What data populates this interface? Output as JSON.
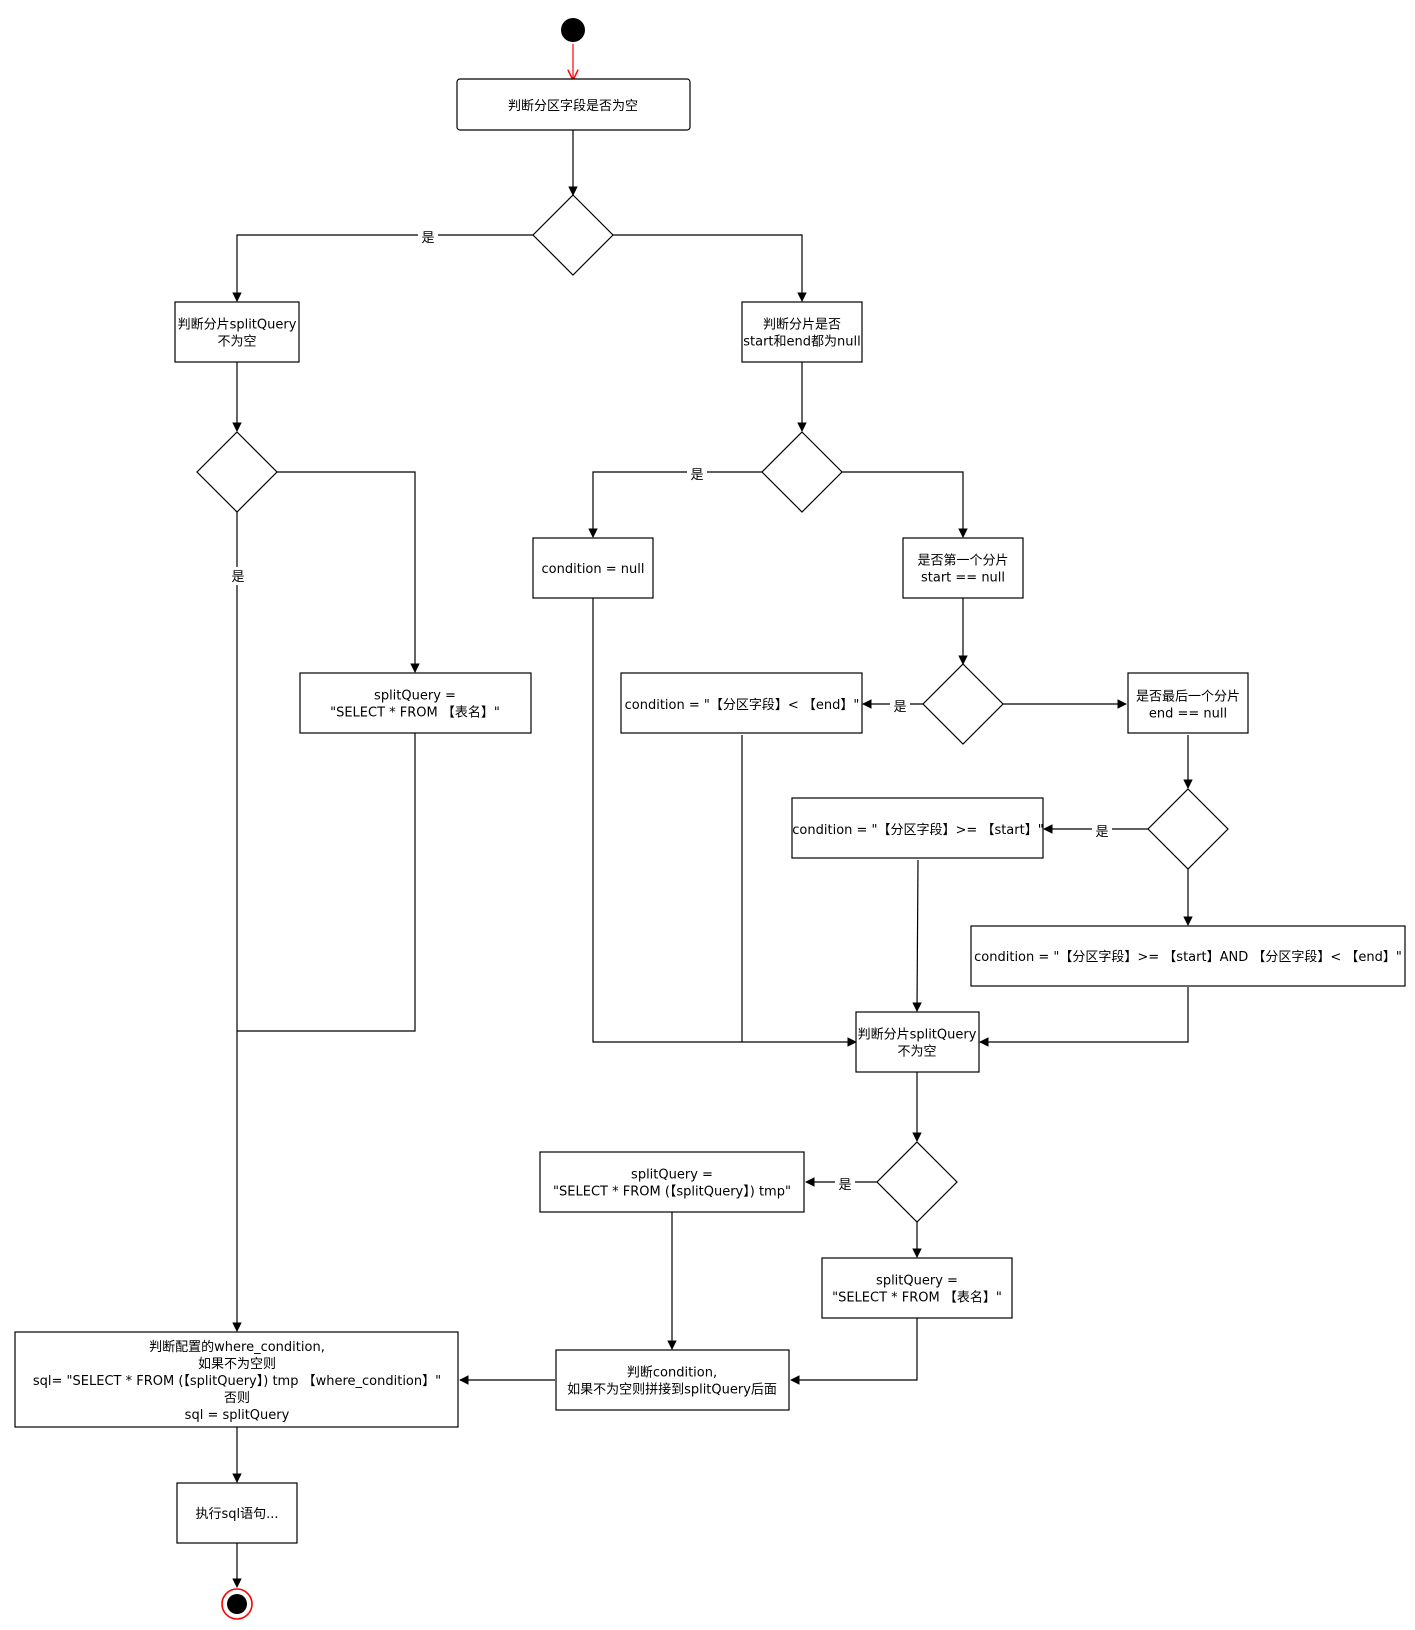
{
  "nodes": {
    "check_partition_field": {
      "lines": [
        "判断分区字段是否为空"
      ]
    },
    "check_split_query_left": {
      "lines": [
        "判断分片splitQuery",
        "不为空"
      ]
    },
    "split_query_table_left": {
      "lines": [
        "splitQuery =",
        "\"SELECT * FROM 【表名】\""
      ]
    },
    "check_start_end_null": {
      "lines": [
        "判断分片是否",
        "start和end都为null"
      ]
    },
    "condition_null": {
      "lines": [
        "condition = null"
      ]
    },
    "check_first_split": {
      "lines": [
        "是否第一个分片",
        "start == null"
      ]
    },
    "condition_lt_end": {
      "lines": [
        "condition = \"【分区字段】< 【end】\""
      ]
    },
    "check_last_split": {
      "lines": [
        "是否最后一个分片",
        "end == null"
      ]
    },
    "condition_ge_start": {
      "lines": [
        "condition = \"【分区字段】>= 【start】\""
      ]
    },
    "condition_between": {
      "lines": [
        "condition = \"【分区字段】>= 【start】AND 【分区字段】< 【end】\""
      ]
    },
    "check_split_query_right": {
      "lines": [
        "判断分片splitQuery",
        "不为空"
      ]
    },
    "split_query_wrap": {
      "lines": [
        "splitQuery =",
        "\"SELECT * FROM (【splitQuery】) tmp\""
      ]
    },
    "split_query_table_right": {
      "lines": [
        "splitQuery =",
        "\"SELECT * FROM 【表名】\""
      ]
    },
    "append_condition": {
      "lines": [
        "判断condition,",
        "如果不为空则拼接到splitQuery后面"
      ]
    },
    "where_condition": {
      "lines": [
        "判断配置的where_condition,",
        "如果不为空则",
        "sql= \"SELECT * FROM (【splitQuery】) tmp 【where_condition】\"",
        "否则",
        "sql = splitQuery"
      ]
    },
    "execute_sql": {
      "lines": [
        "执行sql语句..."
      ]
    }
  },
  "edge_labels": {
    "yes": "是"
  },
  "colors": {
    "stroke": "#000000",
    "start_fill": "#000000",
    "start_arrow": "#ff0000",
    "end_ring": "#ff0000"
  }
}
